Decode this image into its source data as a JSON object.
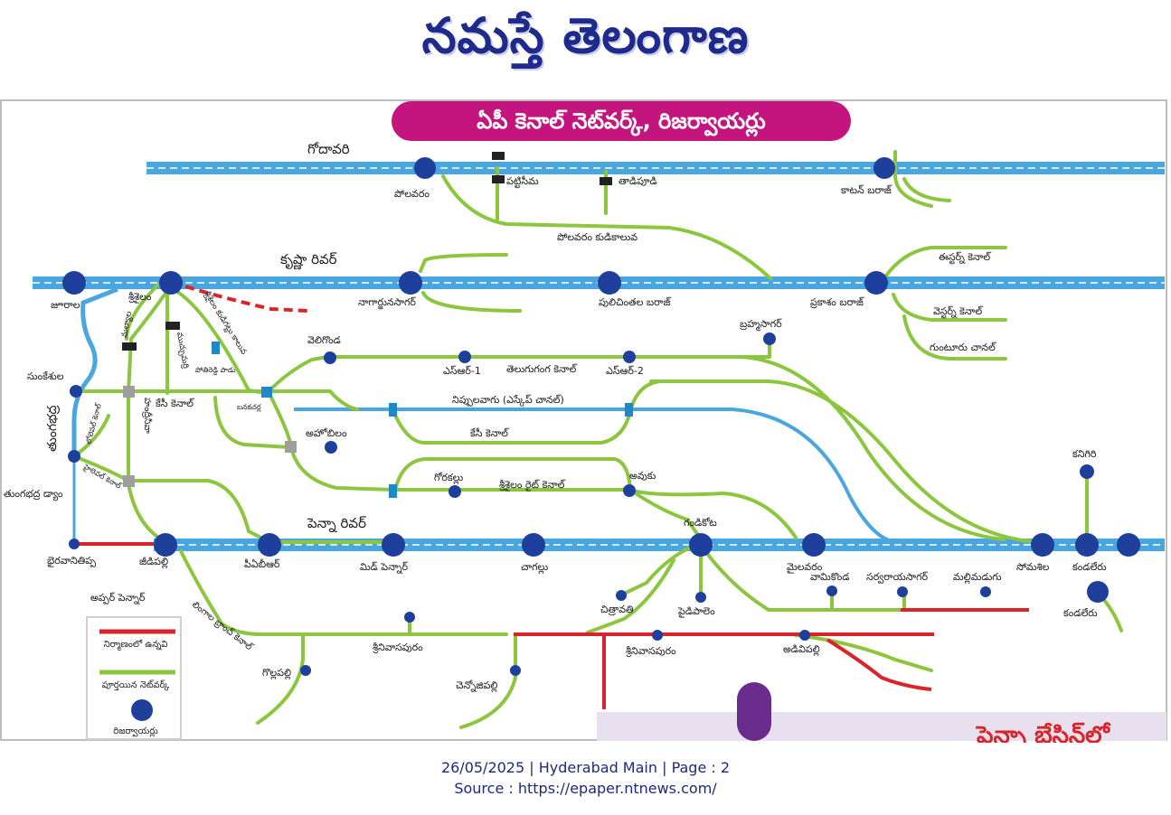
{
  "masthead": "నమస్తే తెలంగాణ",
  "map": {
    "title": "ఏపీ కెనాల్ నెట్‌వర్క్, రిజర్వాయర్లు",
    "rivers": {
      "godavari": "గోదావరి",
      "krishna": "కృష్ణా రివర్",
      "penna": "పెన్నా రివర్",
      "tungabhadra": "తుంగభద్ర"
    },
    "reservoirs": {
      "polavaram": "పోలవరం",
      "cotton_barrage": "కాటన్ బరాజ్",
      "jurala": "జూరాల",
      "srisailam": "శ్రీశైలం",
      "nagarjunasagar": "నాగార్జునసాగర్",
      "pulichintala": "పులిచింతల బరాజ్",
      "prakasam": "ప్రకాశం బరాజ్",
      "brahmasagar": "బ్రహ్మసాగర్",
      "veligonda": "వెలిగొండ",
      "sr1": "ఎస్ఆర్-1",
      "sr2": "ఎస్ఆర్-2",
      "ahobilam": "అహోబిలం",
      "sunkesula": "సుంకేశుల",
      "tungabhadra_dam": "తుంగభద్ర డ్యాం",
      "gorakallu": "గోరకల్లు",
      "avuku": "అవుకు",
      "gandikota": "గండికోట",
      "kanigiri": "కనిగిరి",
      "somasila": "సోమశిల",
      "kandaleru": "కండలేరు",
      "kandaleru2": "కండలేరు",
      "bhairavanitippa": "భైరవానితిప్ప",
      "jeedipalli": "జీడిపల్లి",
      "pabr": "పీఏబీఆర్",
      "mid_pennar": "మిడ్ పెన్నార్",
      "chagallu": "చాగల్లు",
      "mylavaram": "మైలవరం",
      "vamikonda": "వామికొండ",
      "sarvarayasagar": "సర్వరాయసాగర్",
      "mallimadugu": "మల్లిమడుగు",
      "chitravati": "చిత్రావతి",
      "paidipalem": "పైడిపాలెం",
      "upper_pennar": "అప్పర్ పెన్నార్",
      "srinivasapuram1": "శ్రీనివాసపురం",
      "srinivasapuram2": "శ్రీనివాసపురం",
      "adivipalli": "అడివిపల్లి",
      "gollapalli": "గొల్లపల్లి",
      "chennojipalli": "చెన్నోజిపల్లి"
    },
    "structures": {
      "pattiseema": "పట్టిసీమ",
      "tadipudi": "తాడిపూడి",
      "muchumarri": "ముచ్చుమర్రి",
      "mallyala": "మల్యాల",
      "pothireddypadu": "పోతిరెడ్డి పాడు",
      "banakacherla": "బనకచర్ల"
    },
    "canals": {
      "polavaram_left": "పోలవరం కుడికాలువ",
      "eastern": "ఈస్టర్న్ కెనాల్",
      "western": "వెస్టర్న్ కెనాల్",
      "guntur": "గుంటూరు చానల్",
      "telugu_ganga": "తెలుగుగంగ కెనాల్",
      "nippulavagu": "నిప్పులవాగు (ఎస్కేప్ చానల్)",
      "kc_canal": "కేసీ కెనాల్",
      "kc_canal2": "కేసీ కెనాల్",
      "srbc": "శ్రీశైలం రైట్ కెనాల్",
      "srisailam_main": "శ్రీశైలం కుడిగట్టు కాలువ",
      "handri_neeva": "హంద్రీనీవా",
      "lllc": "లోలెవల్ కెనాల్",
      "hllc": "హైలెవల్ కెనాల్",
      "lingala": "లింగాల బ్రాంచ్ కెనాల్"
    },
    "legend": {
      "under_construction": "నిర్మాణంలో ఉన్నవి",
      "completed": "పూర్తయిన నెట్‌వర్క్",
      "reservoirs": "రిజర్వాయర్లు"
    },
    "colors": {
      "river": "#4aa6df",
      "canal": "#8cc63f",
      "reservoir": "#1f3f9c",
      "construction": "#d9252a",
      "title_bg": "#c4157f"
    },
    "partial_text": "పెన్నా బేసిన్‌లో"
  },
  "footer": {
    "line1": "26/05/2025 | Hyderabad Main | Page : 2",
    "line2": "Source : https://epaper.ntnews.com/"
  }
}
